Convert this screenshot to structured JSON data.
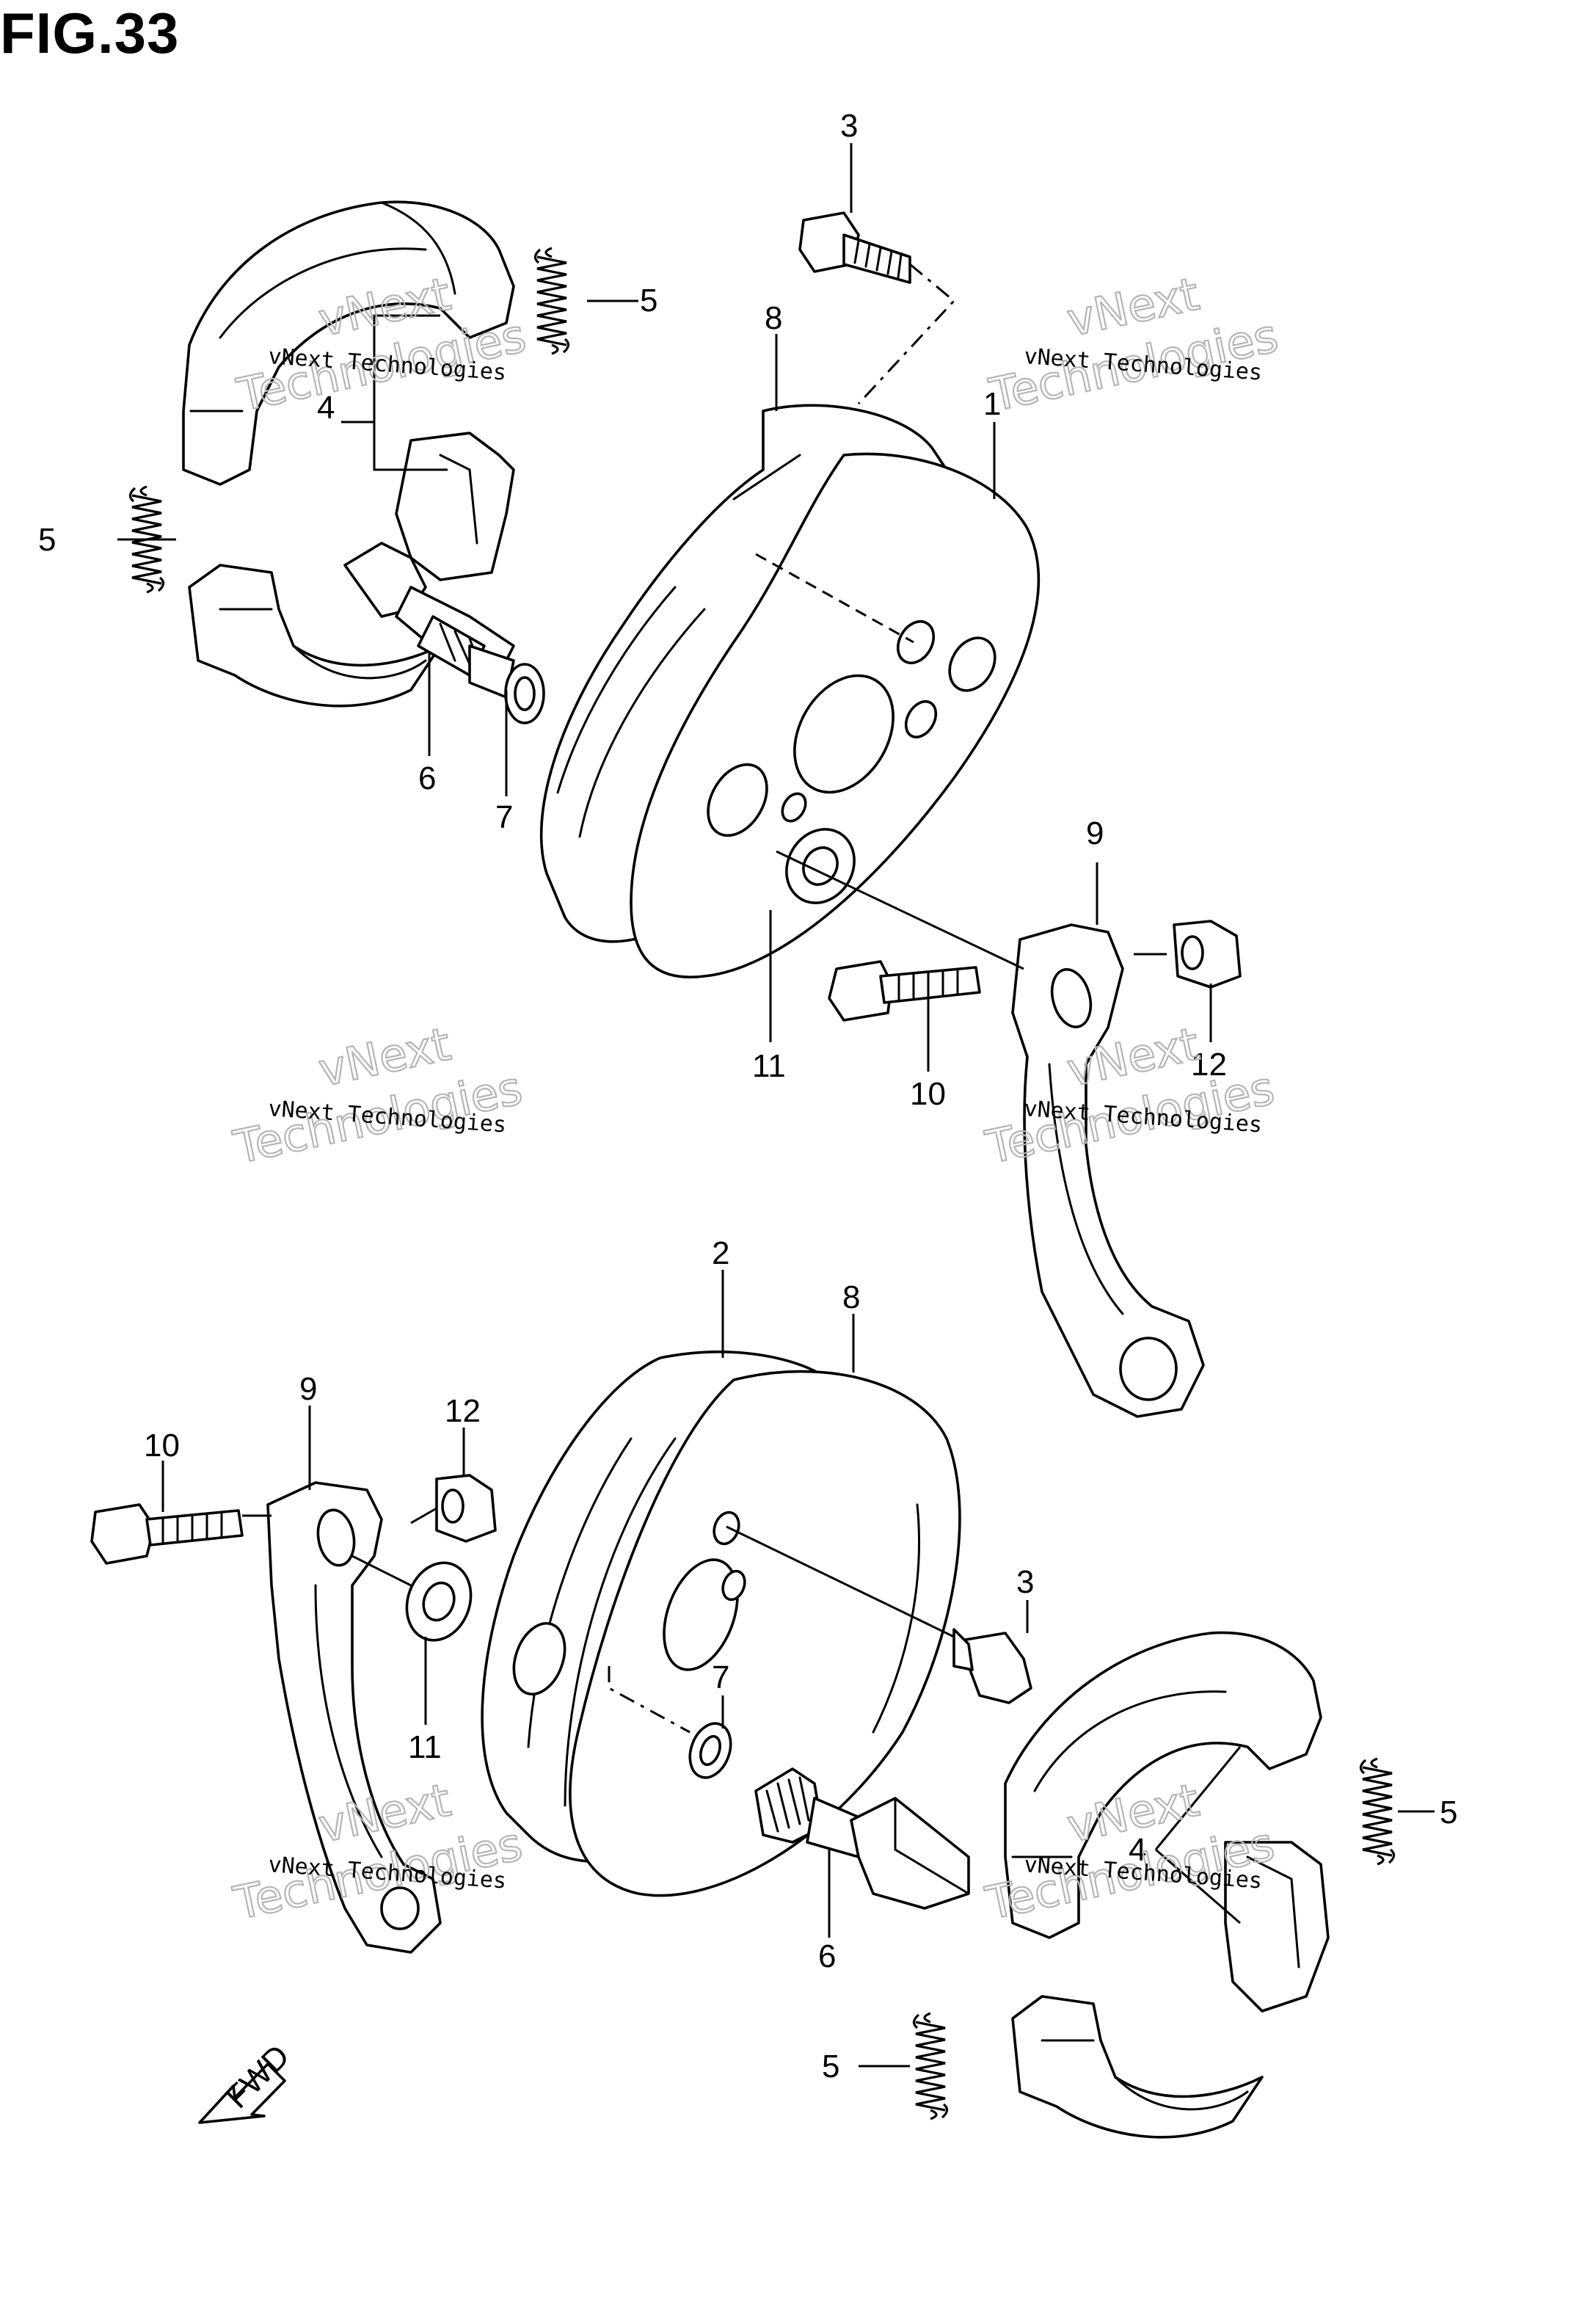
{
  "figure": {
    "title": "FIG.33"
  },
  "callouts": {
    "c1": "1",
    "c2": "2",
    "c3a": "3",
    "c3b": "3",
    "c4a": "4",
    "c4b": "4",
    "c5a": "5",
    "c5b": "5",
    "c5c": "5",
    "c5d": "5",
    "c6a": "6",
    "c6b": "6",
    "c7a": "7",
    "c7b": "7",
    "c8a": "8",
    "c8b": "8",
    "c9a": "9",
    "c9b": "9",
    "c10a": "10",
    "c10b": "10",
    "c11a": "11",
    "c11b": "11",
    "c12a": "12",
    "c12b": "12"
  },
  "direction_arrow": {
    "label": "FWD"
  },
  "watermark": {
    "line1": "vNext Technologies",
    "line2a": "vNext",
    "line2b": "Technologies"
  }
}
